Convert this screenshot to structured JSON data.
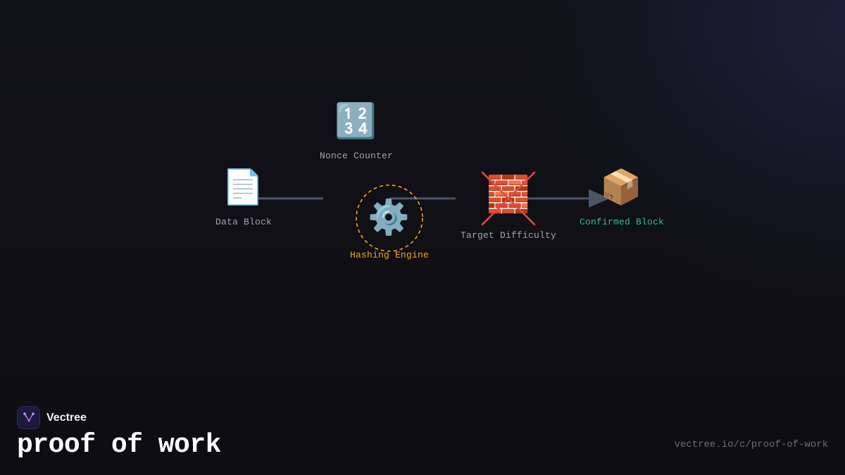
{
  "brand": {
    "name": "Vectree"
  },
  "title": "proof of work",
  "url": "vectree.io/c/proof-of-work",
  "colors": {
    "background": "#0f0f14",
    "connector": "#4a5568",
    "label_default": "#a0a6b4",
    "label_engine": "#f5a524",
    "label_confirmed": "#2fbf8a",
    "engine_ring": "#f5a524",
    "difficulty_cross": "#e04848",
    "logo_mark": "#a86cf0"
  },
  "diagram": {
    "nodes": {
      "data_block": {
        "icon": "page-document-icon",
        "glyph": "📄",
        "label": "Data Block"
      },
      "nonce_counter": {
        "icon": "numbers-icon",
        "glyph": "🔢",
        "label": "Nonce Counter"
      },
      "hashing_engine": {
        "icon": "gear-icon",
        "glyph": "⚙️",
        "label": "Hashing Engine"
      },
      "target_difficulty": {
        "icon": "brick-wall-icon",
        "glyph": "🧱",
        "label": "Target Difficulty"
      },
      "confirmed_block": {
        "icon": "package-icon",
        "glyph": "📦",
        "label": "Confirmed Block"
      }
    }
  }
}
